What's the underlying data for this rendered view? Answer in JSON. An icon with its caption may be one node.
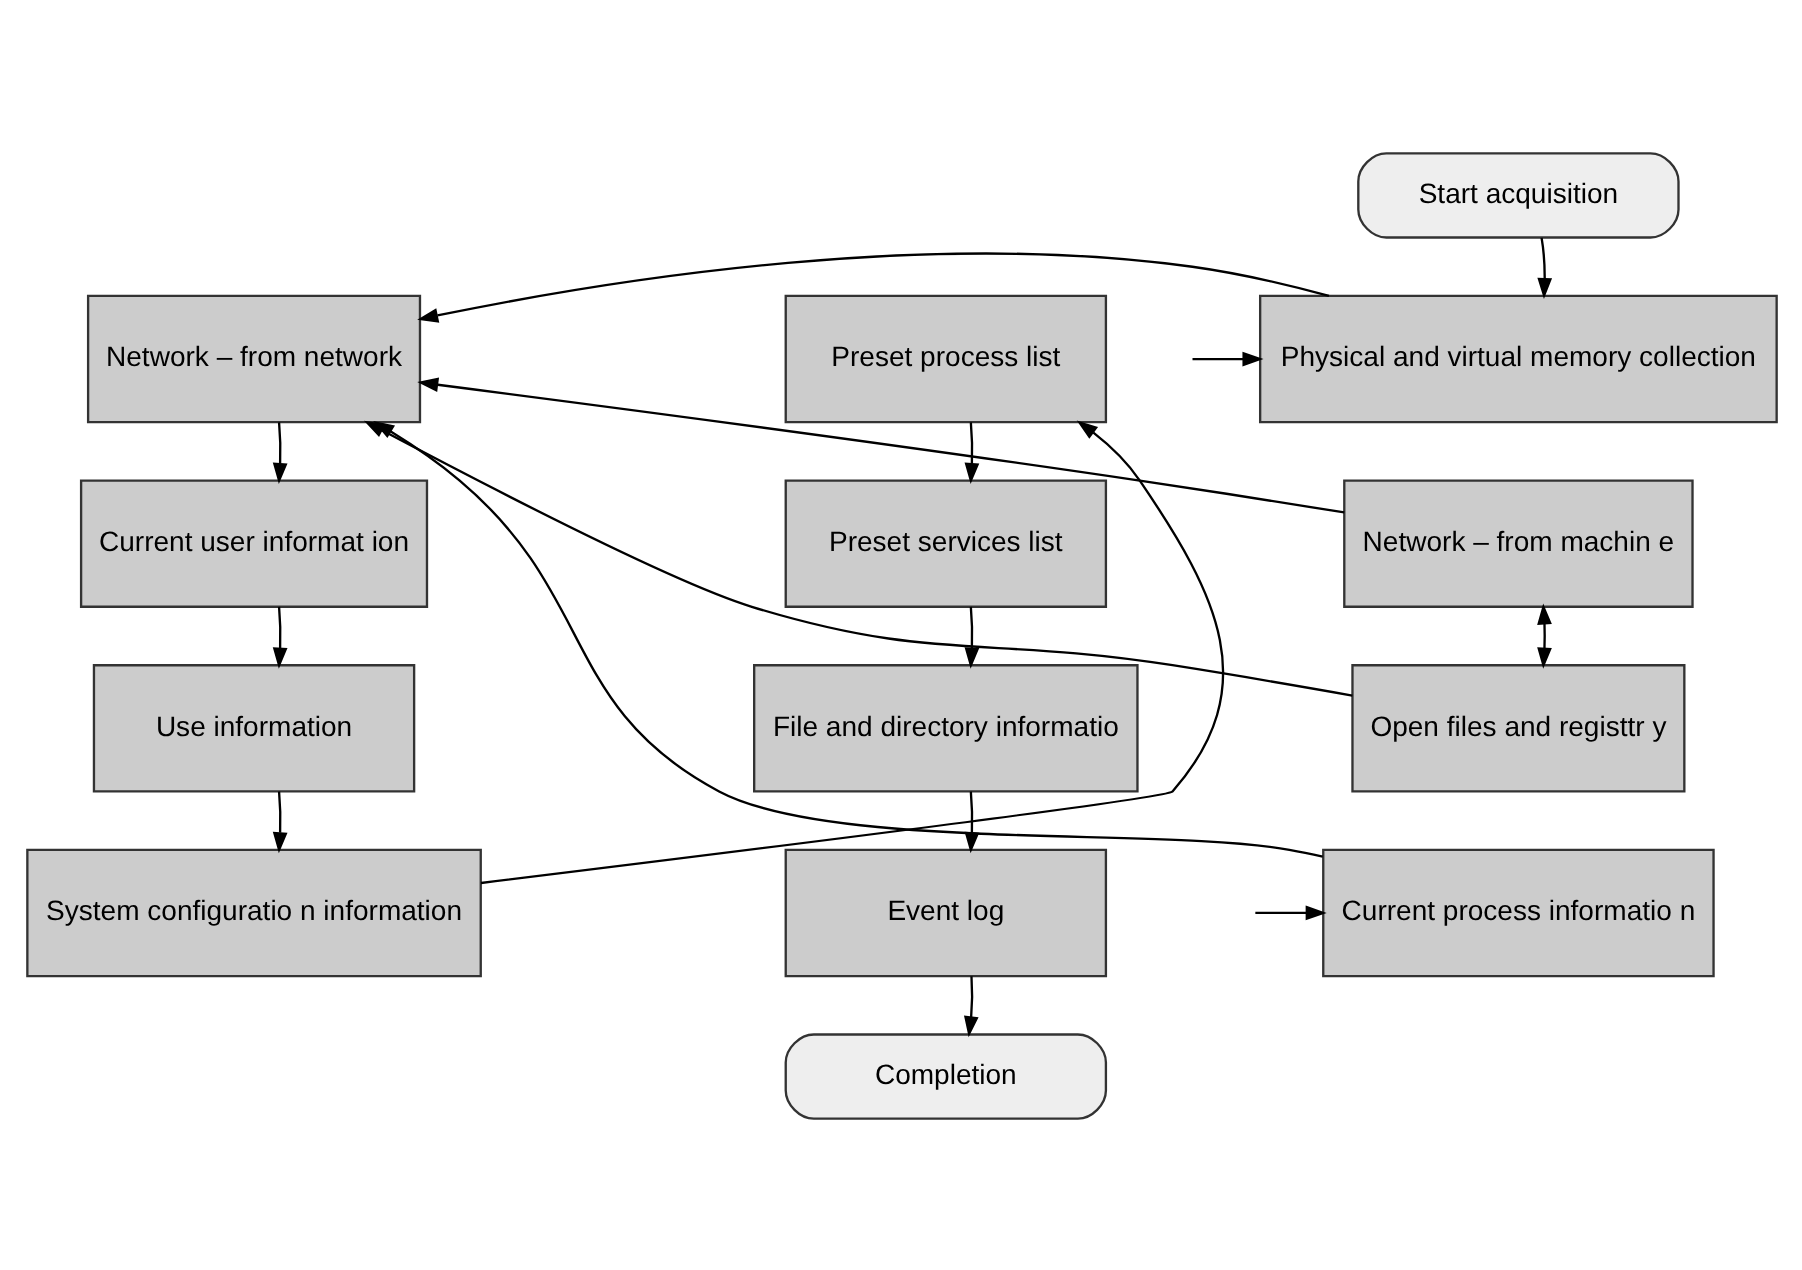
{
  "diagram": {
    "nodes": [
      {
        "text": [
          "Start acquisition"
        ]
      },
      {
        "text": [
          "Physical and virtual memory collection"
        ]
      },
      {
        "text": [
          "Network – from machin e"
        ]
      },
      {
        "text": [
          "Open files and registtr y"
        ]
      },
      {
        "text": [
          "Current process informatio n"
        ]
      },
      {
        "text": [
          "Network – from network"
        ]
      },
      {
        "text": [
          "Current user informat ion"
        ]
      },
      {
        "text": [
          "Use information"
        ]
      },
      {
        "text": [
          "System configuratio n information"
        ]
      },
      {
        "text": [
          "Preset process list"
        ]
      },
      {
        "text": [
          "Preset services list"
        ]
      },
      {
        "text": [
          "File and directory informatio"
        ]
      },
      {
        "text": [
          "Event log"
        ]
      },
      {
        "text": [
          "Completion"
        ]
      }
    ],
    "edges": [
      {
        "from": 0,
        "to": 1,
        "arrow": "to"
      },
      {
        "from": null,
        "to": 1,
        "arrow": "to"
      },
      {
        "from": 1,
        "to": 5,
        "arrow": "to"
      },
      {
        "from": 2,
        "to": 5,
        "arrow": "to"
      },
      {
        "from": 3,
        "to": 5,
        "arrow": "to"
      },
      {
        "from": 4,
        "to": 5,
        "arrow": "to"
      },
      {
        "from": 2,
        "to": 3,
        "arrow": "both"
      },
      {
        "from": null,
        "to": 4,
        "arrow": "to"
      },
      {
        "from": 5,
        "to": 6,
        "arrow": "to"
      },
      {
        "from": 6,
        "to": 7,
        "arrow": "to"
      },
      {
        "from": 7,
        "to": 8,
        "arrow": "to"
      },
      {
        "from": 8,
        "to": 9,
        "arrow": "to"
      },
      {
        "from": 9,
        "to": 10,
        "arrow": "to"
      },
      {
        "from": 10,
        "to": 11,
        "arrow": "to"
      },
      {
        "from": 11,
        "to": 12,
        "arrow": "to"
      },
      {
        "from": 12,
        "to": 13,
        "arrow": "to"
      }
    ]
  }
}
